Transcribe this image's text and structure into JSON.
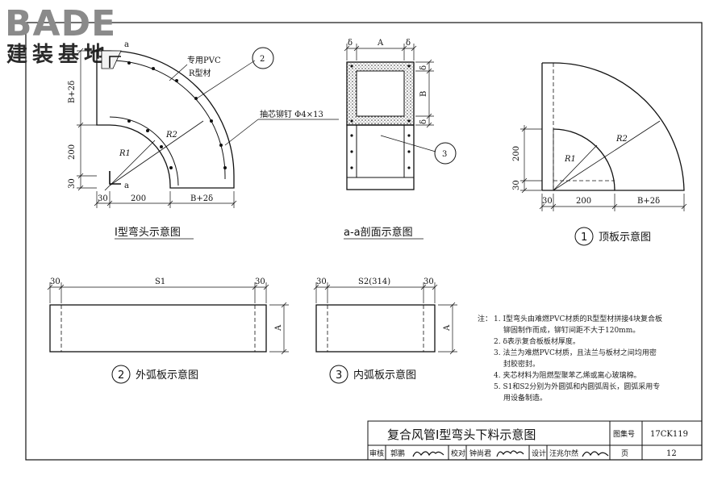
{
  "logo": {
    "brand": "BADE",
    "sub": "建装基地"
  },
  "elbow": {
    "label_pvc": "专用PVC",
    "label_r": "R型材",
    "label_rivet": "抽芯铆钉 Φ4×13",
    "callout2": "2",
    "dim_b2d_left": "B+2δ",
    "dim_200_left": "200",
    "dim_30_left": "30",
    "dim_30_bottom": "30",
    "dim_200_bottom": "200",
    "dim_b2d_bottom": "B+2δ",
    "r1": "R1",
    "r2": "R2",
    "sec_a_top": "a",
    "sec_a_bottom": "a",
    "caption": "I型弯头示意图"
  },
  "section": {
    "d1": "δ",
    "a": "A",
    "d2": "δ",
    "dr1": "δ",
    "b": "B",
    "dr2": "δ",
    "callout3": "3",
    "caption": "a-a剖面示意图"
  },
  "top_plate": {
    "dim_200_left": "200",
    "dim_30_left": "30",
    "dim_30_bottom": "30",
    "dim_200_bottom": "200",
    "dim_b2d_bottom": "B+2δ",
    "r1": "R1",
    "r2": "R2",
    "num": "1",
    "caption": "顶板示意图"
  },
  "outer_plate": {
    "dim_30_l": "30",
    "dim_s1": "S1",
    "dim_30_r": "30",
    "dim_a": "A",
    "num": "2",
    "caption": "外弧板示意图"
  },
  "inner_plate": {
    "dim_30_l": "30",
    "dim_s2": "S2(314)",
    "dim_30_r": "30",
    "dim_a": "A",
    "num": "3",
    "caption": "内弧板示意图"
  },
  "notes": {
    "head": "注：",
    "lines": [
      "1. I型弯头由难燃PVC材质的R型型材拼接4块复合板",
      "铆固制作而成，铆钉间距不大于120mm。",
      "2. δ表示复合板板材厚度。",
      "3. 法兰为难燃PVC材质，且法兰与板材之间均用密",
      "封胶密封。",
      "4. 夹芯材料为阻燃型聚苯乙烯或离心玻璃棉。",
      "5. S1和S2分别为外圆弧和内圆弧周长，圆弧采用专",
      "用设备制造。"
    ]
  },
  "title_block": {
    "title": "复合风管I型弯头下料示意图",
    "atlas_label": "图集号",
    "atlas_no": "17CK119",
    "review": "审核",
    "review_name": "郭鹏",
    "check": "校对",
    "check_name": "钟尚君",
    "design": "设计",
    "design_name": "汪兆尔然",
    "page_label": "页",
    "page_no": "12"
  }
}
